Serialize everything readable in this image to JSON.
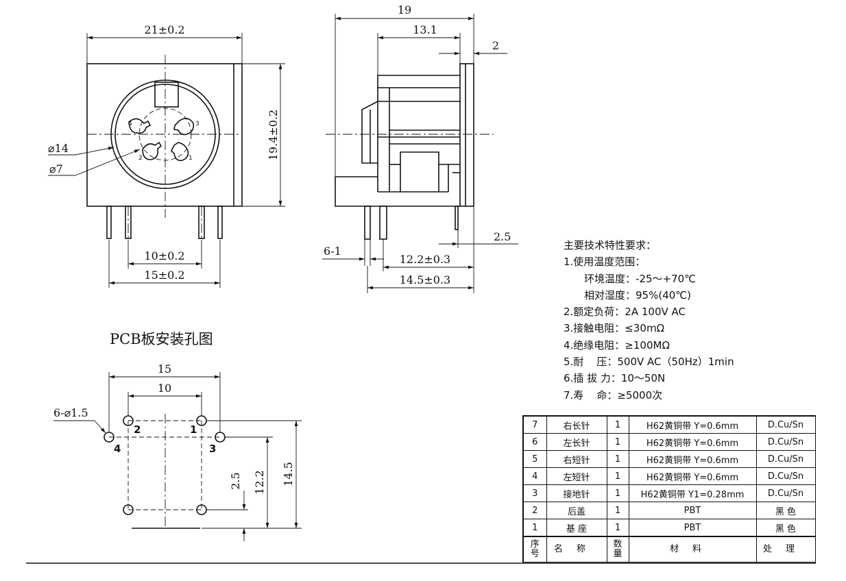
{
  "front_view": {
    "dim_width": "21±0.2",
    "dim_height": "19.4±0.2",
    "dim_dia14": "⌀14",
    "dim_dia7": "⌀7",
    "dim_10": "10±0.2",
    "dim_15": "15±0.2",
    "pins": [
      "1",
      "2",
      "3",
      "4"
    ]
  },
  "side_view": {
    "dim_19": "19",
    "dim_13_1": "13.1",
    "dim_2": "2",
    "dim_2_5": "2.5",
    "dim_6_1": "6-1",
    "dim_12_2": "12.2±0.3",
    "dim_14_5": "14.5±0.3"
  },
  "pcb": {
    "title": "PCB板安装孔图",
    "dim_15": "15",
    "dim_10": "10",
    "dim_hole": "6-⌀1.5",
    "dim_2_5": "2.5",
    "dim_12_2": "12.2",
    "dim_14_5": "14.5",
    "labels": [
      "1",
      "2",
      "3",
      "4"
    ]
  },
  "specs": {
    "heading": "主要技术特性要求：",
    "lines": [
      {
        "text": "1.使用温度范围：",
        "indent": false
      },
      {
        "text": "环境温度：-25～+70℃",
        "indent": true
      },
      {
        "text": "相对湿度：95%(40℃)",
        "indent": true
      },
      {
        "text": "2.额定负荷：2A 100V AC",
        "indent": false
      },
      {
        "text": "3.接触电阻：≤30mΩ",
        "indent": false
      },
      {
        "text": "4.绝缘电阻：≥100MΩ",
        "indent": false
      },
      {
        "text": "5.耐    压：500V AC（50Hz）1min",
        "indent": false
      },
      {
        "text": "6.插 拔 力：10～50N",
        "indent": false
      },
      {
        "text": "7.寿    命：≥5000次",
        "indent": false
      }
    ]
  },
  "bom": {
    "rows": [
      [
        "7",
        "右长针",
        "1",
        "H62黄铜带 Y=0.6mm",
        "D.Cu/Sn"
      ],
      [
        "6",
        "左长针",
        "1",
        "H62黄铜带 Y=0.6mm",
        "D.Cu/Sn"
      ],
      [
        "5",
        "右短针",
        "1",
        "H62黄铜带 Y=0.6mm",
        "D.Cu/Sn"
      ],
      [
        "4",
        "左短针",
        "1",
        "H62黄铜带 Y=0.6mm",
        "D.Cu/Sn"
      ],
      [
        "3",
        "接地针",
        "1",
        "H62黄铜带 Y1=0.28mm",
        "D.Cu/Sn"
      ],
      [
        "2",
        "后盖",
        "1",
        "PBT",
        "黑 色"
      ],
      [
        "1",
        "基 座",
        "1",
        "PBT",
        "黑 色"
      ]
    ],
    "header": [
      "序号",
      "名称",
      "数量",
      "材料",
      "处理"
    ]
  }
}
